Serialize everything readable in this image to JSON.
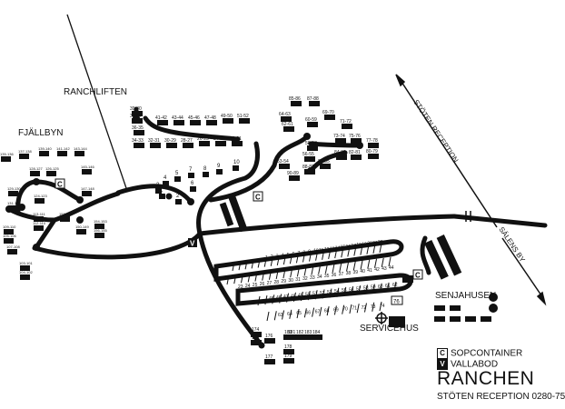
{
  "map": {
    "labels": {
      "ranchliften": "RANCHLIFTEN",
      "fjallbyn": "FJÄLLBYN",
      "stoten_reception": "STÖTEN RECEPTION",
      "salens_by": "SÄLENS BY",
      "senjahusen": "SENJAHUSEN",
      "servicehus": "SERVICEHUS",
      "ranchen": "RANCHEN",
      "phone": "STÖTEN RECEPTION 0280-75"
    },
    "legend": {
      "container_symbol": "C",
      "container_label": "SOPCONTAINER",
      "shed_symbol": "V",
      "shed_label": "VALLABOD"
    },
    "upper_cabins": [
      {
        "label": "39-40"
      },
      {
        "label": "38-37"
      },
      {
        "label": "36-35"
      },
      {
        "label": "34-33"
      },
      {
        "label": "32-31"
      },
      {
        "label": "30-29"
      },
      {
        "label": "28-27"
      },
      {
        "label": "26-25"
      },
      {
        "label": "24-23"
      },
      {
        "label": "22-21"
      },
      {
        "label": "41-42"
      },
      {
        "label": "43-44"
      },
      {
        "label": "45-46"
      },
      {
        "label": "47-48"
      },
      {
        "label": "49-50"
      },
      {
        "label": "51-52"
      },
      {
        "label": "85-86"
      },
      {
        "label": "87-88"
      },
      {
        "label": "64-63"
      },
      {
        "label": "62-61"
      },
      {
        "label": "60-59"
      },
      {
        "label": "69-70"
      },
      {
        "label": "71-72"
      },
      {
        "label": "73-74"
      },
      {
        "label": "75-76"
      },
      {
        "label": "77-78"
      },
      {
        "label": "80-79"
      },
      {
        "label": "58-57"
      },
      {
        "label": "56-55"
      },
      {
        "label": "53-54"
      },
      {
        "label": "84-83"
      },
      {
        "label": "82-81"
      },
      {
        "label": "90-89"
      },
      {
        "label": "88-87"
      },
      {
        "label": "86-85"
      },
      {
        "label": "10"
      },
      {
        "label": "9"
      },
      {
        "label": "8"
      },
      {
        "label": "7"
      },
      {
        "label": "6"
      },
      {
        "label": "5"
      },
      {
        "label": "4"
      },
      {
        "label": "3"
      },
      {
        "label": "2"
      },
      {
        "label": "1"
      }
    ],
    "fjallbyn_cabins": [
      {
        "label": "137-138"
      },
      {
        "label": "139-140"
      },
      {
        "label": "141-142"
      },
      {
        "label": "143-144"
      },
      {
        "label": "135-136"
      },
      {
        "label": "128-127"
      },
      {
        "label": "126-125"
      },
      {
        "label": "145-146"
      },
      {
        "label": "147-148"
      },
      {
        "label": "129-130"
      },
      {
        "label": "124-123"
      },
      {
        "label": "131-132"
      },
      {
        "label": "113-111"
      },
      {
        "label": "112-110"
      },
      {
        "label": "152-151"
      },
      {
        "label": "154-153"
      },
      {
        "label": "150-149"
      },
      {
        "label": "156-155"
      },
      {
        "label": "105-106"
      },
      {
        "label": "107-108"
      },
      {
        "label": "103-101"
      },
      {
        "label": "104-102"
      },
      {
        "label": "109-110"
      }
    ],
    "row1_numbers": [
      "1",
      "2",
      "3",
      "4",
      "5",
      "6",
      "7",
      "8",
      "9",
      "10",
      "11",
      "12",
      "13",
      "14",
      "15",
      "16",
      "17",
      "18",
      "19",
      "20",
      "21",
      "22"
    ],
    "row2_numbers": [
      "23",
      "24",
      "25",
      "26",
      "27",
      "28",
      "29",
      "30",
      "31",
      "32",
      "33",
      "34",
      "35",
      "36",
      "37",
      "38",
      "39",
      "40",
      "41",
      "42",
      "43",
      "44"
    ],
    "row3_numbers": [
      "45",
      "46",
      "47",
      "48",
      "49",
      "50",
      "51",
      "52",
      "53",
      "54",
      "55",
      "56",
      "57",
      "58",
      "59",
      "60",
      "61",
      "62"
    ],
    "row4_numbers": [
      "63",
      "64",
      "65",
      "66",
      "67",
      "68",
      "69",
      "70",
      "71",
      "72",
      "73",
      "74"
    ],
    "row4_tag": "76",
    "lower_numbers": [
      "174",
      "175",
      "176",
      "177",
      "178",
      "179",
      "180",
      "181",
      "182",
      "183",
      "184"
    ]
  }
}
